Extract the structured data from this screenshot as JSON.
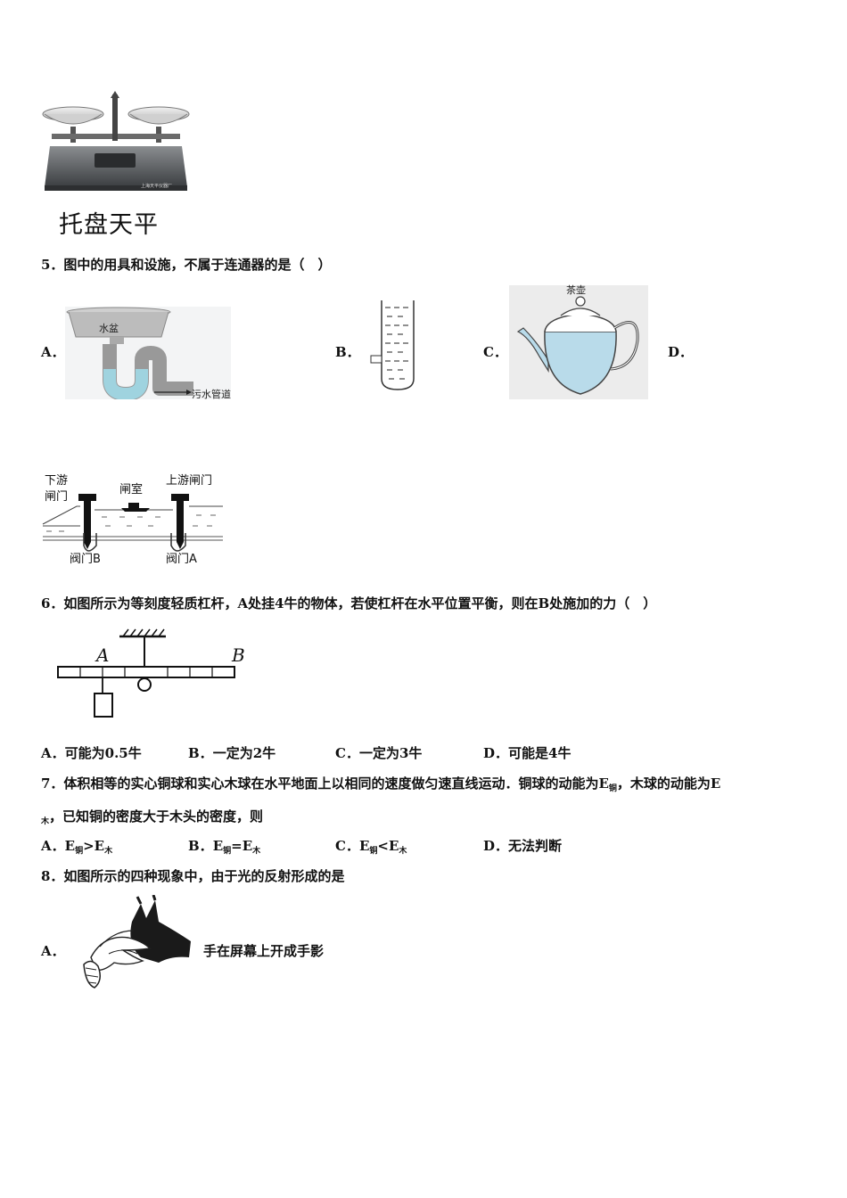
{
  "balance_figure": {
    "caption": "托盘天平"
  },
  "q5": {
    "stem": "5．图中的用具和设施，不属于连通器的是（　）",
    "options": [
      {
        "letter": "A．",
        "label_basin": "水盆",
        "label_pipe": "污水管道"
      },
      {
        "letter": "B．"
      },
      {
        "letter": "C．",
        "label_teapot": "茶壶"
      },
      {
        "letter": "D．",
        "label_downstream_1": "下游",
        "label_downstream_2": "闸门",
        "label_chamber": "闸室",
        "label_upstream": "上游闸门",
        "label_valve_b": "阀门B",
        "label_valve_a": "阀门A"
      }
    ]
  },
  "q6": {
    "stem": "6．如图所示为等刻度轻质杠杆，A处挂4牛的物体，若使杠杆在水平位置平衡，则在B处施加的力（　）",
    "figure_labels": {
      "a": "A",
      "b": "B"
    },
    "options": [
      {
        "letter": "A．",
        "text": "可能为0.5牛"
      },
      {
        "letter": "B．",
        "text": "一定为2牛"
      },
      {
        "letter": "C．",
        "text": "一定为3牛"
      },
      {
        "letter": "D．",
        "text": "可能是4牛"
      }
    ]
  },
  "q7": {
    "stem_part1": "7．体积相等的实心铜球和实心木球在水平地面上以相同的速度做匀速直线运动．铜球的动能为E",
    "sub_copper": "铜",
    "stem_part2": "，木球的动能为E",
    "stem_line2_sub": "木",
    "stem_line2": "，已知铜的密度大于木头的密度，则",
    "options": [
      {
        "letter": "A．",
        "e1": "E",
        "s1": "铜",
        "op": ">E",
        "s2": "木"
      },
      {
        "letter": "B．",
        "e1": "E",
        "s1": "铜",
        "op": "=E",
        "s2": "木"
      },
      {
        "letter": "C．",
        "e1": "E",
        "s1": "铜",
        "op": "<E",
        "s2": "木"
      },
      {
        "letter": "D．",
        "text": "无法判断"
      }
    ]
  },
  "q8": {
    "stem": "8．如图所示的四种现象中，由于光的反射形成的是",
    "options": [
      {
        "letter": "A．",
        "text": "手在屏幕上开成手影"
      }
    ]
  }
}
